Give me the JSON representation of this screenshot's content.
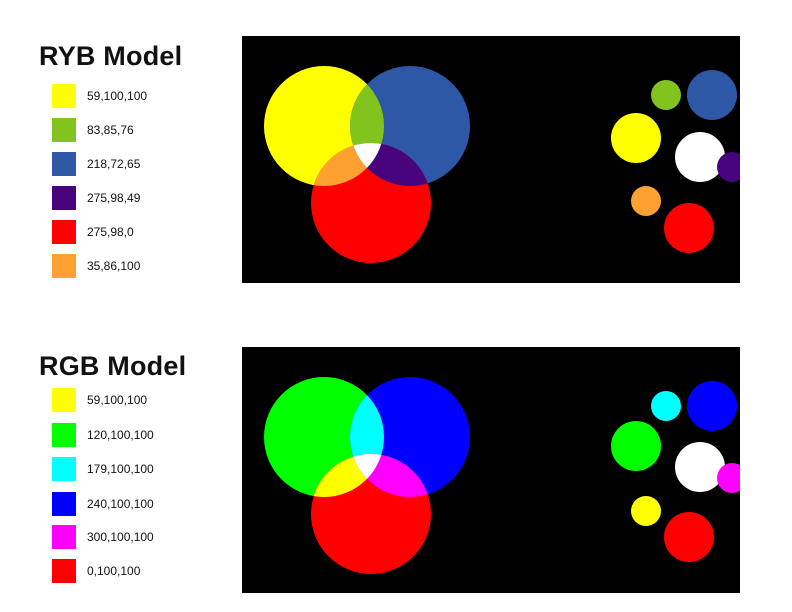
{
  "models": [
    {
      "title": "RYB Model",
      "legend": [
        {
          "label": "59,100,100",
          "color": "#ffff00"
        },
        {
          "label": "83,85,76",
          "color": "#82c31d"
        },
        {
          "label": "218,72,65",
          "color": "#2e57a6"
        },
        {
          "label": "275,98,49",
          "color": "#48047c"
        },
        {
          "label": "275,98,0",
          "color": "#ff0000"
        },
        {
          "label": "35,86,100",
          "color": "#ffa130"
        }
      ],
      "venn": {
        "left": "#ffff00",
        "right": "#2e57a6",
        "bottom": "#ff0000",
        "left_right": "#82c31d",
        "left_bottom": "#ffa130",
        "right_bottom": "#48047c",
        "center": "#ffffff"
      },
      "wheel": [
        {
          "name": "yellow",
          "color": "#ffff00"
        },
        {
          "name": "green",
          "color": "#82c31d"
        },
        {
          "name": "blue",
          "color": "#2e57a6"
        },
        {
          "name": "white",
          "color": "#ffffff"
        },
        {
          "name": "purple",
          "color": "#48047c"
        },
        {
          "name": "orange",
          "color": "#ffa130"
        },
        {
          "name": "red",
          "color": "#ff0000"
        }
      ]
    },
    {
      "title": "RGB Model",
      "legend": [
        {
          "label": "59,100,100",
          "color": "#ffff00"
        },
        {
          "label": "120,100,100",
          "color": "#00ff00"
        },
        {
          "label": "179,100,100",
          "color": "#00ffff"
        },
        {
          "label": "240,100,100",
          "color": "#0000ff"
        },
        {
          "label": "300,100,100",
          "color": "#ff00ff"
        },
        {
          "label": "0,100,100",
          "color": "#ff0000"
        }
      ],
      "venn": {
        "left": "#00ff00",
        "right": "#0000ff",
        "bottom": "#ff0000",
        "left_right": "#00ffff",
        "left_bottom": "#ffff00",
        "right_bottom": "#ff00ff",
        "center": "#ffffff"
      },
      "wheel": [
        {
          "name": "green",
          "color": "#00ff00"
        },
        {
          "name": "cyan",
          "color": "#00ffff"
        },
        {
          "name": "blue",
          "color": "#0000ff"
        },
        {
          "name": "white",
          "color": "#ffffff"
        },
        {
          "name": "magenta",
          "color": "#ff00ff"
        },
        {
          "name": "yellow",
          "color": "#ffff00"
        },
        {
          "name": "red",
          "color": "#ff0000"
        }
      ]
    }
  ]
}
